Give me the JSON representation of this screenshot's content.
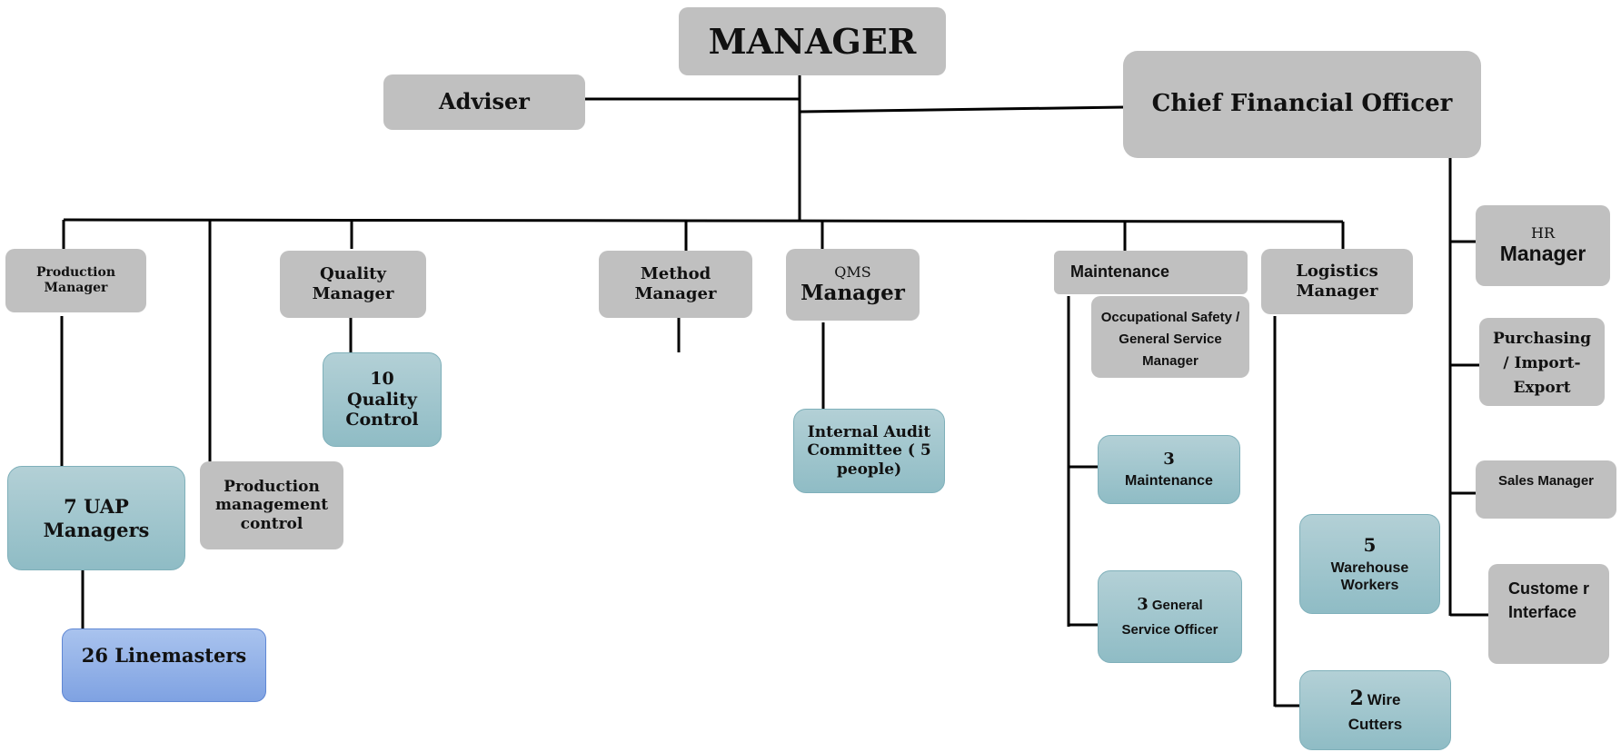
{
  "nodes": {
    "manager": "MANAGER",
    "adviser": "Adviser",
    "cfo": "Chief Financial Officer",
    "production_manager": "Production Manager",
    "quality_manager": "Quality Manager",
    "method_manager": "Method Manager",
    "qms_small": "QMS",
    "qms_big": "Manager",
    "maintenance": "Maintenance",
    "logistics_manager": "Logistics Manager",
    "hr_small": "HR",
    "hr_big": "Manager",
    "purchasing": "Purchasing / Import-Export",
    "sales_manager": "Sales Manager",
    "customer_interface": "Custome r Interface",
    "quality_control": "10 Quality Control",
    "internal_audit": "Internal Audit Committee ( 5 people)",
    "occupational_safety": "Occupational Safety / General Service Manager",
    "maintenance_3_num": "3",
    "maintenance_3_text": "Maintenance",
    "general_service_num": "3",
    "general_service_text": "General Service Officer",
    "uap_managers": "7 UAP Managers",
    "linemasters": "26 Linemasters",
    "production_control": "Production management control",
    "warehouse_num": "5",
    "warehouse_text": "Warehouse Workers",
    "wire_num": "2",
    "wire_text": "Wire Cutters"
  },
  "colors": {
    "gray": "#c0c0c0",
    "teal": "#9fc6ce",
    "blue": "#8eaee6",
    "line": "#000000"
  }
}
